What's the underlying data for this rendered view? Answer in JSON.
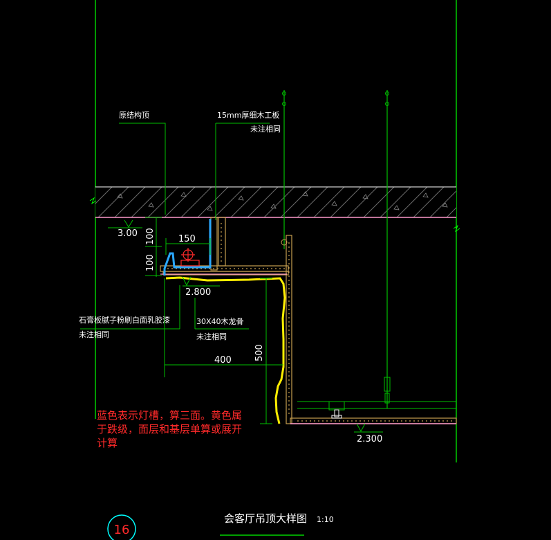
{
  "colors": {
    "background": "#000000",
    "frame_line": "#00ff00",
    "green_line": "#00c000",
    "concrete": "#555555",
    "slab_edge": "#ff99cc",
    "wood": "#c8a050",
    "light_slot": "#2aa8ff",
    "step": "#ffee00",
    "annotation_red": "#ff2a2a",
    "title_circle": "#00ffff"
  },
  "labels": {
    "structure_top": "原结构顶",
    "board_line1": "15mm厚细木工板",
    "board_line2": "未注相同",
    "gypsum_line1": "石膏板腻子粉刷白面乳胶漆",
    "gypsum_line2": "未注相同",
    "keel_line1": "30X40木龙骨",
    "keel_line2": "未注相同"
  },
  "dimensions": {
    "level_top": "3.00",
    "dim_100_upper": "100",
    "dim_100_lower": "100",
    "dim_150": "150",
    "level_mid": "2.800",
    "dim_400": "400",
    "dim_500": "500",
    "level_low": "2.300"
  },
  "note": {
    "line1": "蓝色表示灯槽，算三面。黄色属",
    "line2": "于跌级，面层和基层单算或展开",
    "line3": "计算"
  },
  "title": {
    "number": "16",
    "name": "会客厅吊顶大样图",
    "scale": "1:10"
  }
}
